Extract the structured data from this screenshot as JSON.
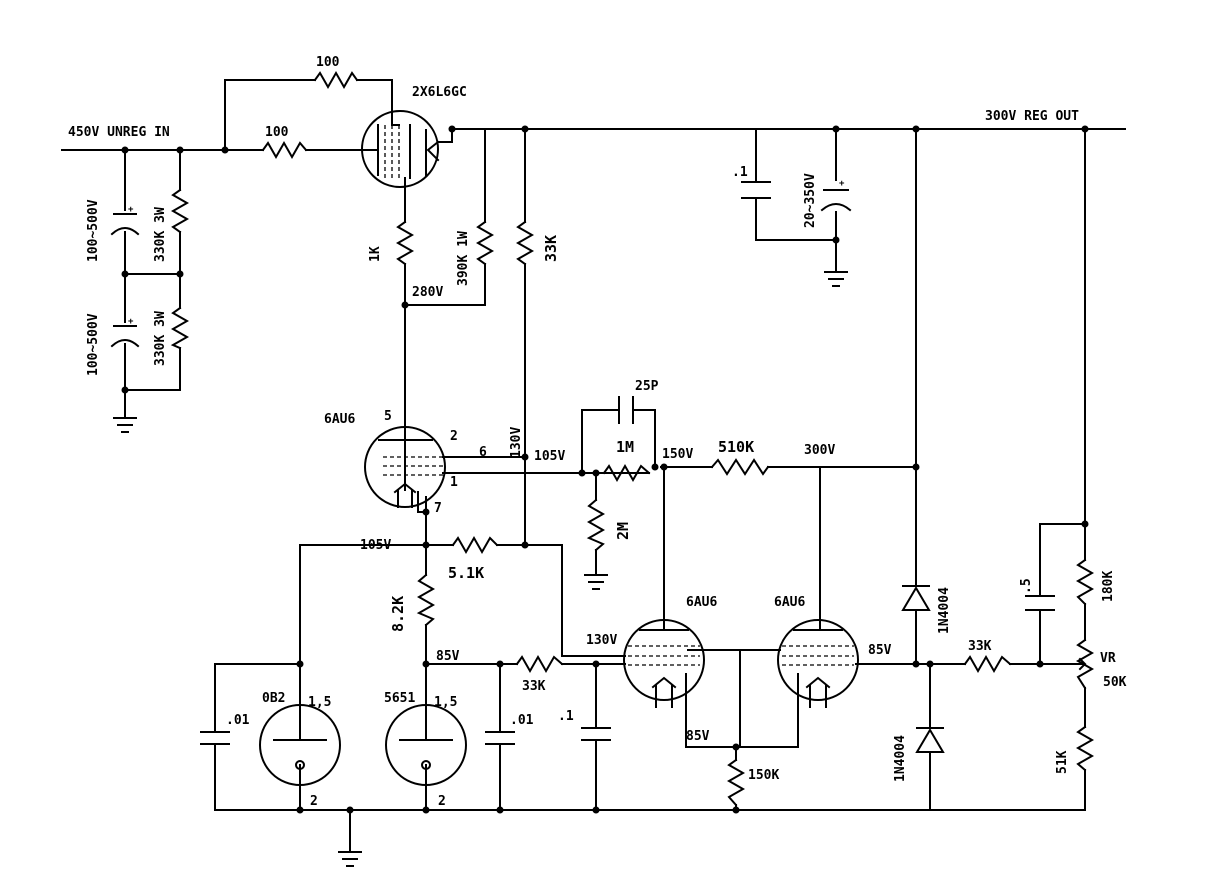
{
  "labels": {
    "input": "450V UNREG IN",
    "output": "300V REG OUT",
    "pass_tube": "2X6L6GC",
    "r_grid_top": "100",
    "r_grid_in": "100",
    "c_in1": "100~500V",
    "r_in1": "330K 3W",
    "c_in2": "100~500V",
    "r_in2": "330K 3W",
    "r_1k": "1K",
    "r_390k": "390K 1W",
    "r_33k_top": "33K",
    "v_280": "280V",
    "c_out": ".1",
    "c_out2": "20~350V",
    "tube_6au6_a": "6AU6",
    "pin5": "5",
    "pin2": "2",
    "pin6": "6",
    "pin1": "1",
    "pin7": "7",
    "v_130_vert": "130V",
    "v_105_a": "105V",
    "c_25p": "25P",
    "r_1m": "1M",
    "v_150": "150V",
    "r_510k": "510K",
    "v_300": "300V",
    "r_2m": "2M",
    "v_105_b": "105V",
    "r_5_1k": "5.1K",
    "r_8_2k": "8.2K",
    "tube_6au6_b": "6AU6",
    "tube_6au6_c": "6AU6",
    "v_130_b": "130V",
    "v_85_right": "85V",
    "d1": "1N4004",
    "r_33k_right": "33K",
    "c_05": ".5",
    "r_180k": "180K",
    "vr": "VR",
    "vr_val": "50K",
    "ob2": "0B2",
    "ob2_p": "1,5",
    "ob2_2": "2",
    "t5651": "5651",
    "t5651_p": "1,5",
    "t5651_2": "2",
    "c_01a": ".01",
    "v_85_mid": "85V",
    "r_33k_mid": "33K",
    "c_01b": ".01",
    "c_1b": ".1",
    "v_85_bot": "85V",
    "r_150k": "150K",
    "d2": "1N4004",
    "r_51k": "51K"
  }
}
